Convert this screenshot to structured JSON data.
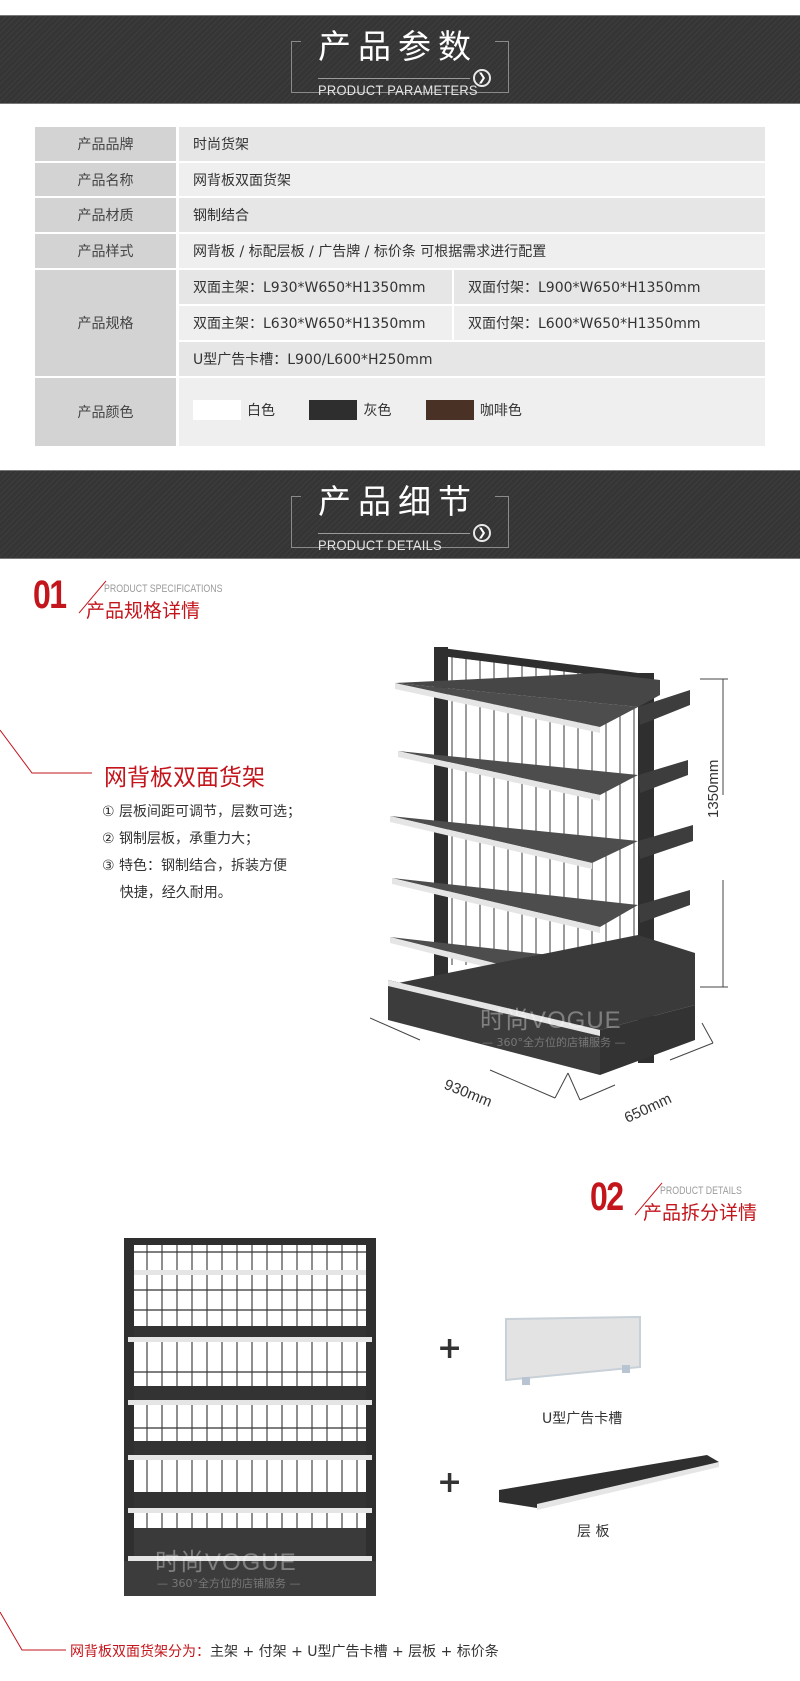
{
  "section1": {
    "title_cn": "产品参数",
    "title_en": "PRODUCT PARAMETERS",
    "arrow_icon": "chevron-right-circle"
  },
  "params": {
    "brand": {
      "label": "产品品牌",
      "value": "时尚货架"
    },
    "name": {
      "label": "产品名称",
      "value": "网背板双面货架"
    },
    "material": {
      "label": "产品材质",
      "value": "钢制结合"
    },
    "style": {
      "label": "产品样式",
      "value": "网背板 / 标配层板 / 广告牌 / 标价条  可根据需求进行配置"
    },
    "spec": {
      "label": "产品规格",
      "rows": [
        [
          "双面主架：L930*W650*H1350mm",
          "双面付架：L900*W650*H1350mm"
        ],
        [
          "双面主架：L630*W650*H1350mm",
          "双面付架：L600*W650*H1350mm"
        ],
        [
          "U型广告卡槽：L900/L600*H250mm"
        ]
      ]
    },
    "colors": {
      "label": "产品颜色",
      "items": [
        {
          "name": "白色",
          "hex": "#ffffff"
        },
        {
          "name": "灰色",
          "hex": "#2e2e2e"
        },
        {
          "name": "咖啡色",
          "hex": "#4a3126"
        }
      ]
    }
  },
  "section2": {
    "title_cn": "产品细节",
    "title_en": "PRODUCT DETAILS",
    "arrow_icon": "chevron-right-circle"
  },
  "detail1": {
    "number": "01",
    "title_en": "PRODUCT SPECIFICATIONS",
    "title_cn": "产品规格详情",
    "product_name": "网背板双面货架",
    "features": [
      "① 层板间距可调节，层数可选；",
      "② 钢制层板，承重力大；",
      "③ 特色：钢制结合，拆装方便",
      "    快捷，经久耐用。"
    ],
    "dimensions": {
      "height": "1350mm",
      "length": "930mm",
      "width": "650mm"
    },
    "watermark": "时尚VOGUE",
    "watermark_sub": "— 360°全方位的店铺服务 —"
  },
  "detail2": {
    "number": "02",
    "title_en": "PRODUCT DETAILS",
    "title_cn": "产品拆分详情",
    "watermark": "时尚VOGUE",
    "watermark_sub": "— 360°全方位的店铺服务 —",
    "parts": [
      {
        "plus": "+",
        "label": "U型广告卡槽"
      },
      {
        "plus": "+",
        "label": "层 板"
      }
    ],
    "summary_red": "网背板双面货架分为：",
    "summary_black": "主架 + 付架 + U型广告卡槽 + 层板 + 标价条"
  },
  "colors": {
    "accent_red": "#c3151b",
    "banner_bg": "#353535",
    "label_bg": "#d3d3d3",
    "value_bg": "#e6e6e6"
  }
}
